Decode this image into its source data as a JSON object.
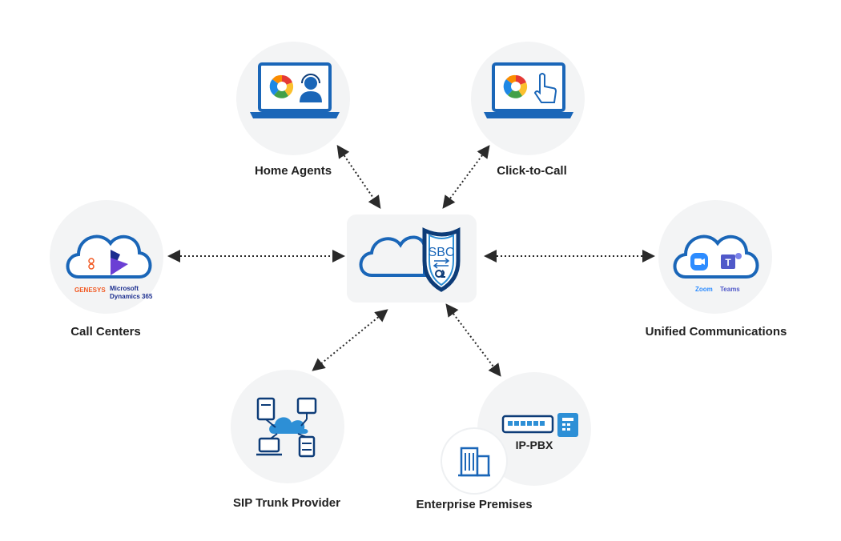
{
  "center": {
    "shield_text": "SBC"
  },
  "nodes": {
    "home_agents": {
      "label": "Home Agents"
    },
    "click_to_call": {
      "label": "Click-to-Call"
    },
    "call_centers": {
      "label": "Call Centers",
      "logo_genesys": "GENESYS",
      "logo_ms_line1": "Microsoft",
      "logo_ms_line2": "Dynamics 365"
    },
    "unified_comms": {
      "label": "Unified Communications",
      "logo_zoom": "Zoom",
      "logo_teams": "Teams"
    },
    "sip_trunk": {
      "label": "SIP Trunk Provider"
    },
    "enterprise": {
      "label": "Enterprise Premises",
      "pbx_label": "IP-PBX"
    }
  },
  "colors": {
    "accent_blue": "#1a66b8",
    "dark_blue": "#0d3c78",
    "light_blue": "#2d8fd6",
    "genesys_orange": "#f25a24",
    "circle_bg": "#f3f4f5"
  }
}
